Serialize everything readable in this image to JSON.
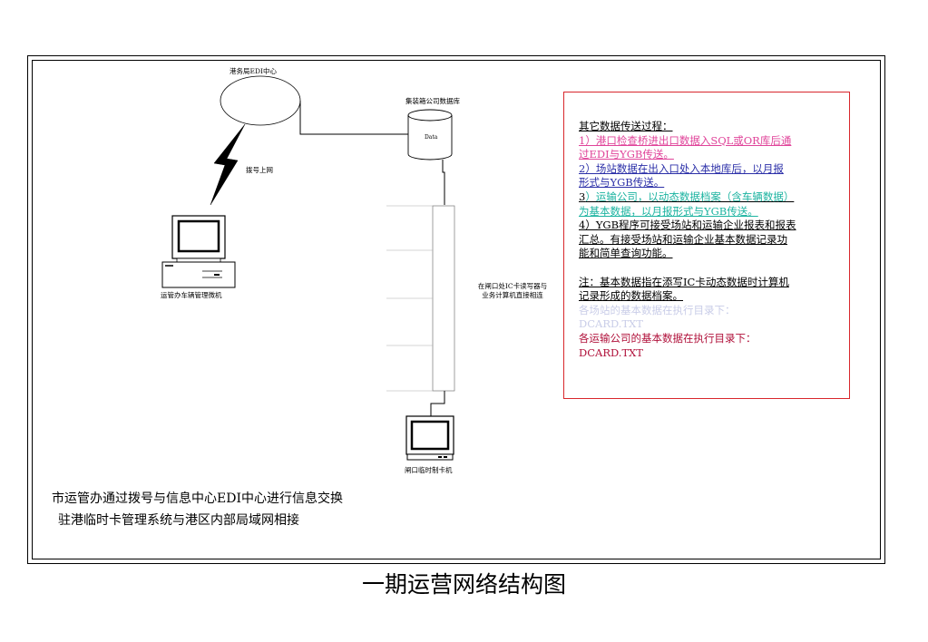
{
  "nodes": {
    "edi_center": "港务局EDI中心",
    "dialup": "拨号上网",
    "container_db": "集装箱公司数据库",
    "db_text": "Data",
    "vehicle_pc": "运管办车辆管理微机",
    "gate_note_line1": "在闸口处IC卡读写器与",
    "gate_note_line2": "业务计算机直接相连",
    "gate_pc": "闸口临时制卡机"
  },
  "notes": {
    "heading": "其它数据传送过程：",
    "item1_line1": "1）港口检查桥进出口数据入SQL或OR库后通",
    "item1_line2": "过EDI与YGB传送。",
    "item2_line1": "2）场站数据在出入口处入本地库后，以月报",
    "item2_line2": "形式与YGB传送。",
    "item3_num": "3",
    "item3_line1": "）运输公司，以动态数据档案（含车辆数据）",
    "item3_line2": "为基本数据，以月报形式与YGB传送。",
    "item4_line1": "4）YGB程序可接受场站和运输企业报表和报表",
    "item4_line2": "汇总。有接受场站和运输企业基本数据记录功",
    "item4_line3": "能和简单查询功能。",
    "remark_line1": "注：基本数据指在添写IC卡动态数据时计算机",
    "remark_line2": "记录形成的数据档案。",
    "yard_dir_line1": "各场站的基本数据在执行目录下：",
    "yard_dir_line2": "DCARD.TXT",
    "transport_dir_line1": "各运输公司的基本数据在执行目录下：",
    "transport_dir_line2": "DCARD.TXT"
  },
  "descriptions": {
    "line1": "市运管办通过拨号与信息中心EDI中心进行信息交换",
    "line2": "驻港临时卡管理系统与港区内部局域网相接"
  },
  "title": "一期运营网络结构图",
  "colors": {
    "item1": "#e0449a",
    "item2": "#2b2fa8",
    "item3": "#1bb3a0",
    "default_text": "#000000",
    "yard_dir": "#c9cde8",
    "transport_dir": "#b0103a",
    "notes_border": "#d8262c"
  }
}
